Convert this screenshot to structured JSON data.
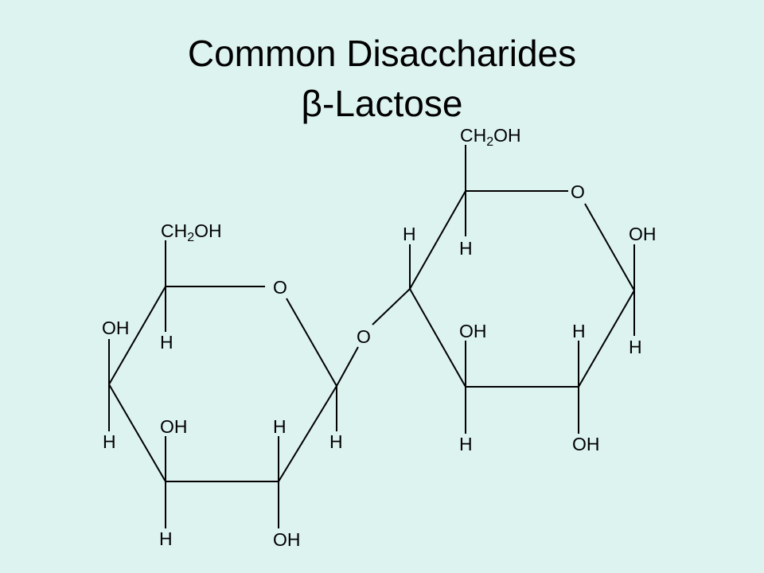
{
  "slide": {
    "title_line1": "Common Disaccharides",
    "title_line2": "β-Lactose"
  },
  "molecule": {
    "left_ring": {
      "ring_oxygen": "O",
      "top_substituent_c": "CH",
      "top_substituent_sub": "2",
      "top_substituent_rest": "OH",
      "c5_h": "H",
      "c4_oh": "OH",
      "c4_h": "H",
      "c3_oh": "OH",
      "c3_h": "H",
      "c2_h": "H",
      "c2_oh": "OH",
      "c1_h": "H"
    },
    "glycosidic_oxygen": "O",
    "right_ring": {
      "ring_oxygen": "O",
      "top_substituent_c": "CH",
      "top_substituent_sub": "2",
      "top_substituent_rest": "OH",
      "c5_h": "H",
      "c4_h": "H",
      "c1_oh": "OH",
      "c1_h": "H",
      "c3_oh": "OH",
      "c3_h": "H",
      "c2_h": "H",
      "c2_oh": "OH"
    }
  }
}
